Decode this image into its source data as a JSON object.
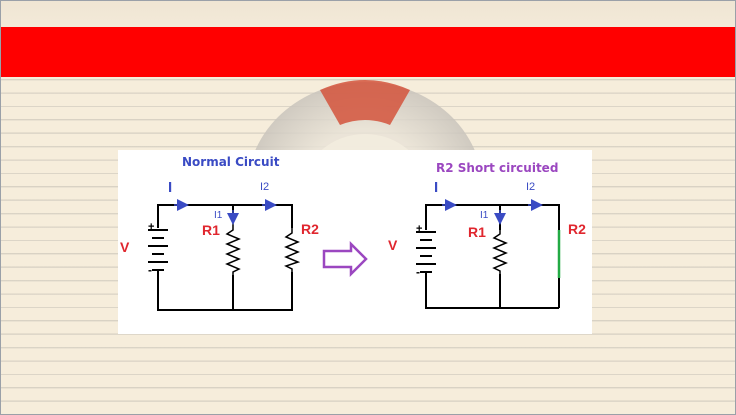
{
  "left_circuit": {
    "title": "Normal Circuit",
    "current_total": "I",
    "current_1": "I1",
    "current_2": "I2",
    "resistor_1": "R1",
    "resistor_2": "R2",
    "voltage": "V",
    "plus": "+",
    "minus": "-"
  },
  "right_circuit": {
    "title": "R2 Short circuited",
    "current_total": "I",
    "current_1": "I1",
    "current_2": "I2",
    "resistor_1": "R1",
    "resistor_2": "R2",
    "voltage": "V",
    "plus": "+",
    "minus": "-"
  },
  "colors": {
    "banner": "#ff0000",
    "label_blue": "#3a4bc4",
    "label_red": "#e0262e",
    "title_purple": "#9b47c0",
    "arrow_purple": "#9b47c0",
    "short_wire": "#22aa44"
  },
  "icons": {
    "transition_arrow": "right-arrow-icon",
    "background_graphic": "life-buoy-icon"
  }
}
